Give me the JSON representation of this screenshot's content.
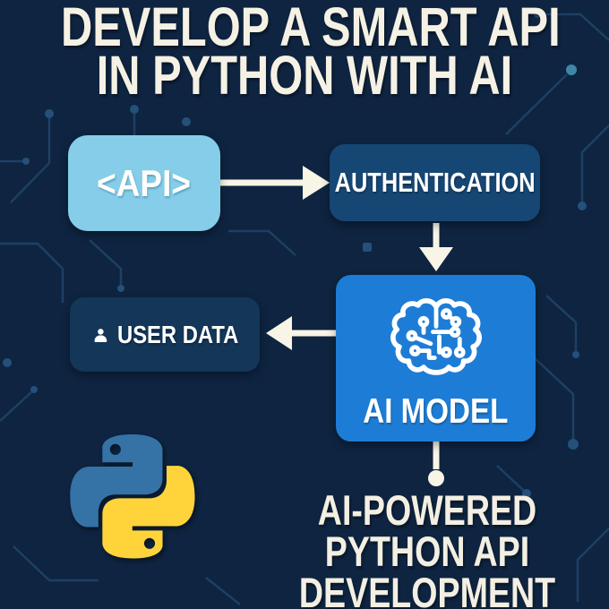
{
  "title": {
    "line1": "DEVELOP A SMART API",
    "line2": "IN PYTHON WITH AI"
  },
  "flowchart": {
    "nodes": [
      {
        "id": "api",
        "label": "<API>",
        "icon": null
      },
      {
        "id": "authentication",
        "label": "AUTHENTICATION",
        "icon": null
      },
      {
        "id": "ai_model",
        "label": "AI MODEL",
        "icon": "brain-circuit-icon"
      },
      {
        "id": "user_data",
        "label": "USER DATA",
        "icon": "user-icon"
      }
    ],
    "edges": [
      {
        "from": "api",
        "to": "authentication",
        "direction": "right"
      },
      {
        "from": "authentication",
        "to": "ai_model",
        "direction": "down"
      },
      {
        "from": "ai_model",
        "to": "user_data",
        "direction": "left"
      },
      {
        "from": "ai_model",
        "to": "caption",
        "direction": "down-connector-dot"
      }
    ]
  },
  "caption": {
    "line1": "AI-POWERED",
    "line2": "PYTHON API",
    "line3": "DEVELOPMENT"
  },
  "icons": {
    "python_logo": "python-logo-icon",
    "brain": "brain-circuit-icon",
    "user": "user-icon"
  },
  "colors": {
    "background": "#0e2440",
    "api_box": "#85cde8",
    "auth_box": "#164673",
    "ai_model_box": "#1d7dd6",
    "user_data_box": "#133659",
    "arrow": "#f8f4e6",
    "title_text": "#f5f1e4",
    "circuit_trace": "#1f4468",
    "circuit_node_bright": "#3f86a8",
    "python_blue": "#3572a5",
    "python_yellow": "#ffd43b"
  }
}
